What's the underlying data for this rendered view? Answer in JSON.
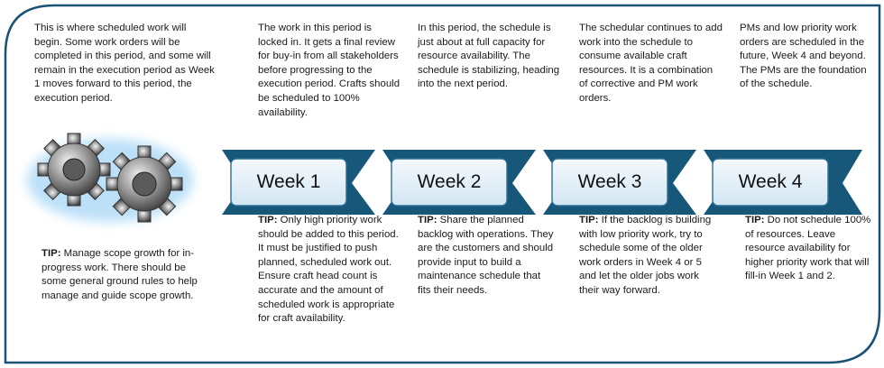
{
  "intro": "This is where scheduled work will begin. Some work orders will be completed in this period, and some will remain in the execution period as Week 1  moves forward to this period, the execution period.",
  "left_tip": {
    "label": "TIP:",
    "text": " Manage scope growth for in-progress work. There should be some general ground rules to help manage and guide scope growth."
  },
  "weeks": [
    {
      "label": "Week 1",
      "description": "The work in this period is locked in. It gets a final review for buy-in from all stakeholders before progressing to the execution period. Crafts should be scheduled to 100% availability.",
      "tip_label": "TIP:",
      "tip": " Only high priority work should be added to this period. It must be justified to push planned, scheduled work out. Ensure craft head count is accurate and the amount of scheduled work is appropriate for craft availability."
    },
    {
      "label": "Week 2",
      "description": "In this period, the schedule is just about at full capacity for resource availability. The schedule is stabilizing, heading into the next period.",
      "tip_label": "TIP:",
      "tip": " Share the planned backlog with operations. They are the customers and should provide input to build a maintenance schedule that fits their needs."
    },
    {
      "label": "Week 3",
      "description": "The schedular continues to add work into the schedule to consume available craft resources. It is a combination of corrective and PM work orders.",
      "tip_label": "TIP:",
      "tip": " If the backlog is building with low priority work, try to schedule some of the older work orders in Week 4 or 5 and let the older jobs work their way forward."
    },
    {
      "label": "Week 4",
      "description": "PMs and low priority work orders are scheduled in the future, Week 4 and beyond. The PMs are the foundation of the schedule.",
      "tip_label": "TIP:",
      "tip": " Do not schedule 100% of resources. Leave resource availability for higher priority work that will fill-in Week 1 and 2."
    }
  ],
  "colors": {
    "frame": "#1a5276",
    "arrow": "#17587a",
    "box_fill": "#dcecf6",
    "box_stroke": "#2a6f97",
    "gear_glow": "#9fd3f5"
  }
}
